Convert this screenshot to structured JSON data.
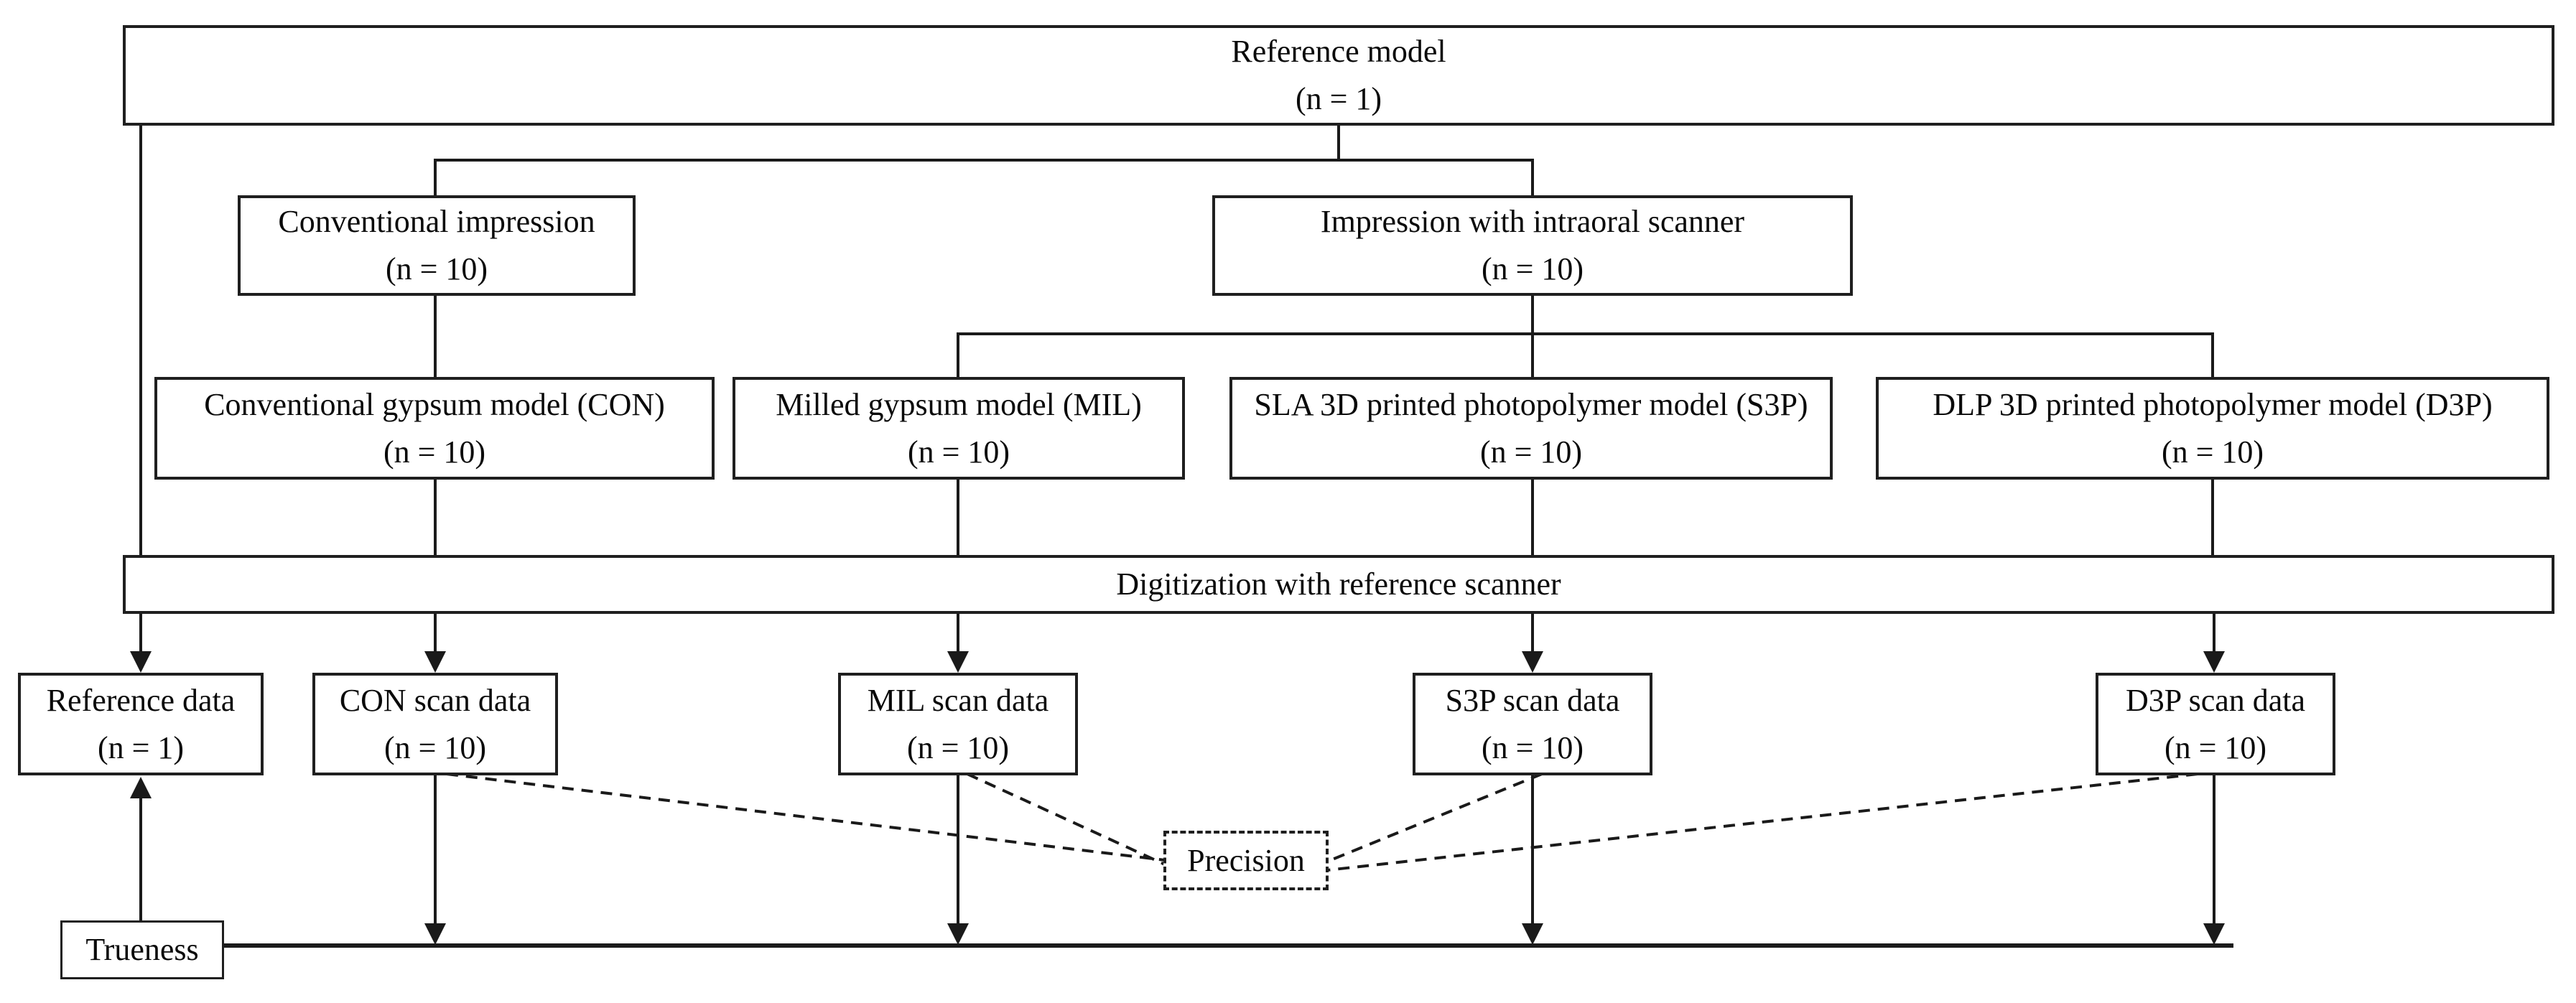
{
  "figure": {
    "type": "study-design-flowchart",
    "colors": {
      "line": "#1a1a1a",
      "border": "#1f1f1f",
      "background": "#ffffff",
      "box_fill": "#ffffff"
    },
    "nodes": {
      "reference_model": {
        "label": "Reference model",
        "count": "(n = 1)"
      },
      "conventional_impression": {
        "label": "Conventional impression",
        "count": "(n = 10)"
      },
      "intraoral_impression": {
        "label": "Impression with intraoral scanner",
        "count": "(n = 10)"
      },
      "con_model": {
        "label": "Conventional gypsum model (CON)",
        "count": "(n = 10)"
      },
      "mil_model": {
        "label": "Milled gypsum model (MIL)",
        "count": "(n = 10)"
      },
      "s3p_model": {
        "label": "SLA 3D printed photopolymer model (S3P)",
        "count": "(n = 10)"
      },
      "d3p_model": {
        "label": "DLP 3D printed photopolymer model (D3P)",
        "count": "(n = 10)"
      },
      "digitization": {
        "label": "Digitization with reference scanner"
      },
      "reference_data": {
        "label": "Reference data",
        "count": "(n = 1)"
      },
      "con_scan": {
        "label": "CON scan data",
        "count": "(n = 10)"
      },
      "mil_scan": {
        "label": "MIL scan data",
        "count": "(n = 10)"
      },
      "s3p_scan": {
        "label": "S3P scan data",
        "count": "(n = 10)"
      },
      "d3p_scan": {
        "label": "D3P scan data",
        "count": "(n = 10)"
      },
      "precision": {
        "label": "Precision"
      },
      "trueness": {
        "label": "Trueness"
      }
    },
    "edges": {
      "solid_arrows": [
        "digitization -> reference_data",
        "digitization -> con_scan",
        "digitization -> mil_scan",
        "digitization -> s3p_scan",
        "digitization -> d3p_scan",
        "con_scan -> trueness_line",
        "mil_scan -> trueness_line",
        "s3p_scan -> trueness_line",
        "d3p_scan -> trueness_line",
        "trueness -> reference_data"
      ],
      "solid_lines": [
        "reference_model -> conventional_impression",
        "reference_model -> intraoral_impression",
        "reference_model -> digitization",
        "conventional_impression -> con_model",
        "intraoral_impression -> mil_model",
        "intraoral_impression -> s3p_model",
        "intraoral_impression -> d3p_model",
        "con_model -> digitization",
        "mil_model -> digitization",
        "s3p_model -> digitization",
        "d3p_model -> digitization"
      ],
      "dashed_lines": [
        "con_scan -- precision",
        "mil_scan -- precision",
        "s3p_scan -- precision",
        "d3p_scan -- precision"
      ]
    }
  }
}
